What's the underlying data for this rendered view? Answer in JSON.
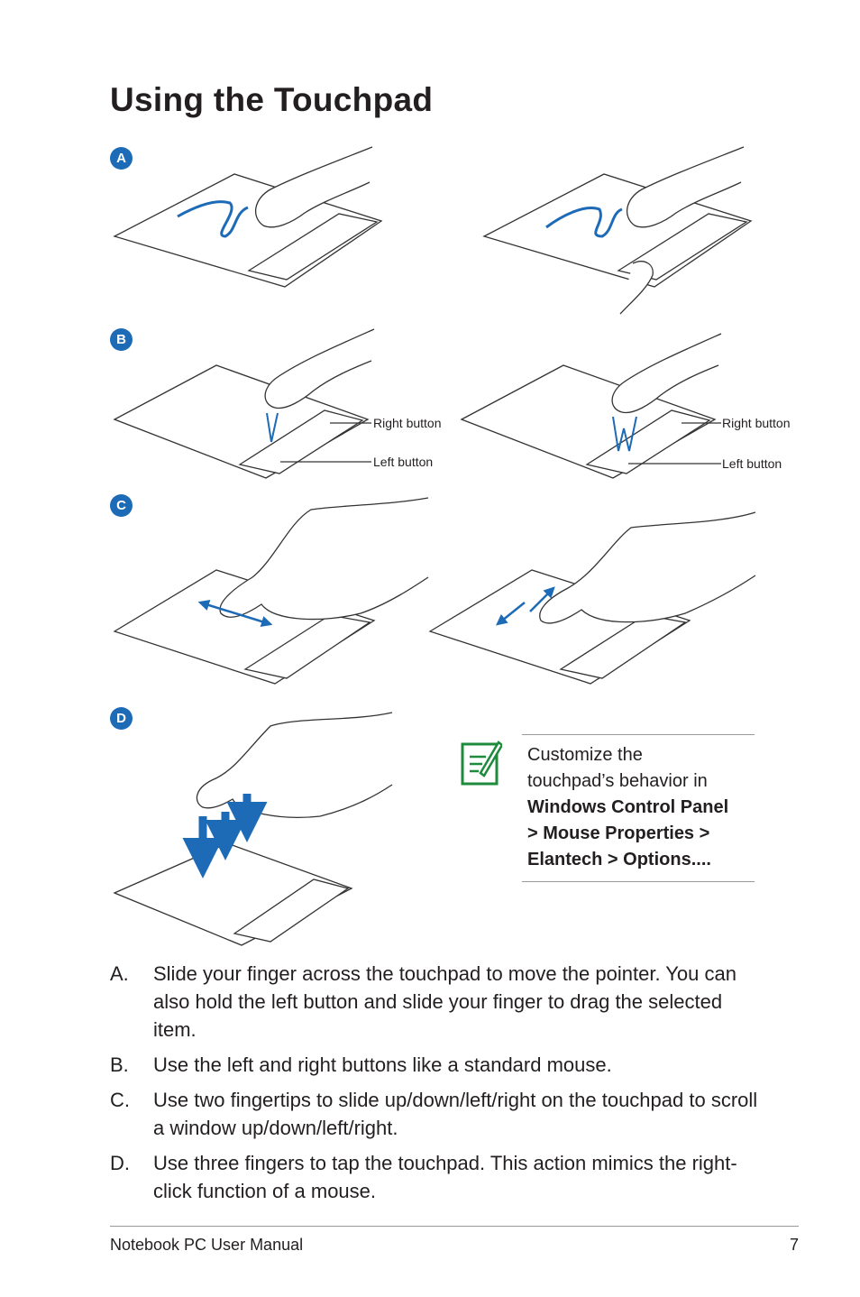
{
  "title": "Using the Touchpad",
  "markers": {
    "a": "A",
    "b": "B",
    "c": "C",
    "d": "D"
  },
  "labels": {
    "right_button": "Right button",
    "left_button": "Left button"
  },
  "note": {
    "line1": "Customize the",
    "line2": "touchpad’s behavior in",
    "bold1": "Windows Control Panel",
    "bold2": "> Mouse Properties >",
    "bold3": "Elantech > Options...."
  },
  "list": [
    {
      "marker": "A.",
      "text": "Slide your finger across the touchpad to move the pointer. You can also hold the left button and slide your finger to drag the selected item."
    },
    {
      "marker": "B.",
      "text": "Use the left and right buttons like a standard mouse."
    },
    {
      "marker": "C.",
      "text": "Use two fingertips to slide up/down/left/right on the touchpad to scroll a window up/down/left/right."
    },
    {
      "marker": "D.",
      "text": "Use three fingers to tap the touchpad. This action mimics the right-click function of a mouse."
    }
  ],
  "footer": {
    "left": "Notebook PC User Manual",
    "page": "7"
  },
  "colors": {
    "accent": "#1d6bb7",
    "note_icon": "#1e8a3c"
  }
}
